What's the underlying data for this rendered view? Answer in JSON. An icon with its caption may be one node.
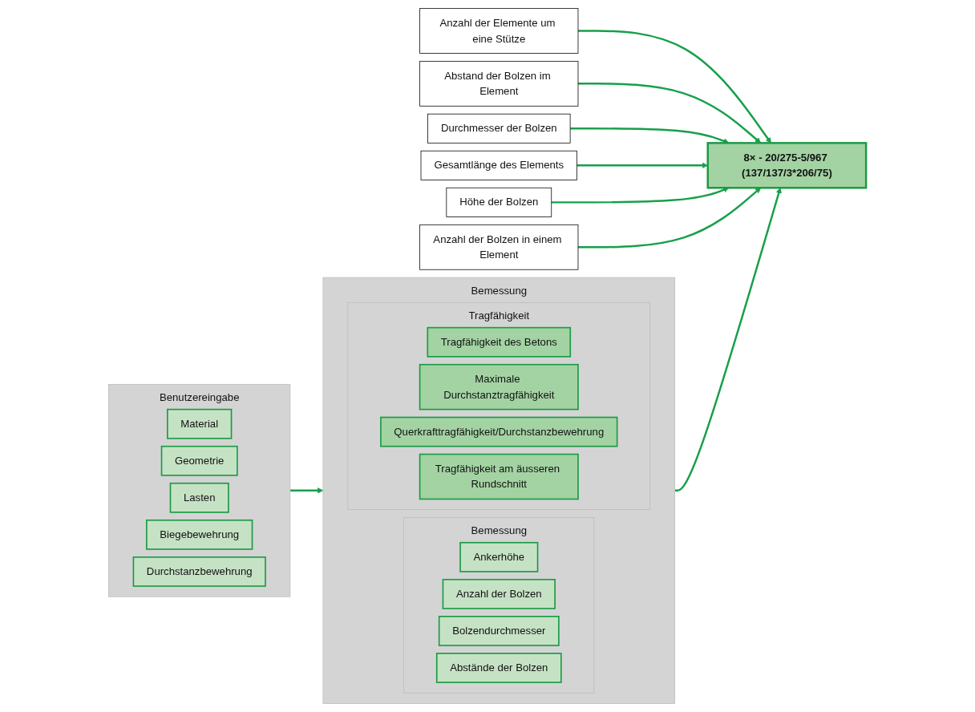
{
  "diagram": {
    "nodes": [
      {
        "text": [
          "Benutzereingabe"
        ]
      },
      {
        "text": [
          "Material"
        ],
        "in": 0
      },
      {
        "text": [
          "Geometrie"
        ],
        "in": 0
      },
      {
        "text": [
          "Lasten"
        ],
        "in": 0
      },
      {
        "text": [
          "Biegebewehrung"
        ],
        "in": 0
      },
      {
        "text": [
          "Durchstanzbewehrung"
        ],
        "in": 0
      },
      {
        "text": [
          "Bemessung"
        ]
      },
      {
        "text": [
          "Bemessung"
        ],
        "in": 6
      },
      {
        "text": [
          "Ankerhöhe"
        ],
        "in": 7
      },
      {
        "text": [
          "Anzahl der Bolzen"
        ],
        "in": 7
      },
      {
        "text": [
          "Bolzendurchmesser"
        ],
        "in": 7
      },
      {
        "text": [
          "Abstände der Bolzen"
        ],
        "in": 7
      },
      {
        "text": [
          "Tragfähigkeit"
        ],
        "in": 6
      },
      {
        "text": [
          "Tragfähigkeit des Betons"
        ],
        "in": 12
      },
      {
        "text": [
          "Maximale Durchstanztragfähigkeit"
        ],
        "in": 12
      },
      {
        "text": [
          "Querkrafttragfähigkeit/Durchstanzbewehrung"
        ],
        "in": 12
      },
      {
        "text": [
          "Tragfähigkeit am äusseren Rundschnitt"
        ],
        "in": 12
      },
      {
        "text": [
          "8× - 20/275-5/967 (137/137/3*206/75)"
        ]
      },
      {
        "text": [
          "Anzahl der Elemente um eine Stütze"
        ]
      },
      {
        "text": [
          "Abstand der Bolzen im Element"
        ]
      },
      {
        "text": [
          "Durchmesser der Bolzen"
        ]
      },
      {
        "text": [
          "Gesamtlänge des Elements"
        ]
      },
      {
        "text": [
          "Höhe der Bolzen"
        ]
      },
      {
        "text": [
          "Anzahl der Bolzen in einem Element"
        ]
      }
    ],
    "edges": [
      {
        "from": 0,
        "to": 6,
        "arrow": "to"
      },
      {
        "from": 6,
        "to": 17,
        "arrow": "to"
      },
      {
        "from": 18,
        "to": 17,
        "arrow": "to"
      },
      {
        "from": 19,
        "to": 17,
        "arrow": "to"
      },
      {
        "from": 20,
        "to": 17,
        "arrow": "to"
      },
      {
        "from": 21,
        "to": 17,
        "arrow": "to"
      },
      {
        "from": 22,
        "to": 17,
        "arrow": "to"
      },
      {
        "from": 23,
        "to": 17,
        "arrow": "to"
      }
    ]
  }
}
